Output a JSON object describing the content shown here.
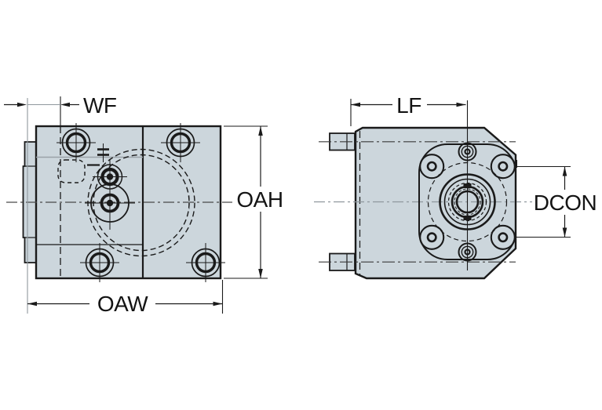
{
  "drawing": {
    "type": "engineering-dimension-drawing",
    "labels": {
      "wf": "WF",
      "oah": "OAH",
      "oaw": "OAW",
      "lf": "LF",
      "dcon": "DCON"
    },
    "colors": {
      "body_fill": "#ccd6dc",
      "outline": "#1a1a1a",
      "gray_line": "#8f979d",
      "centerline": "#3a3a3a",
      "background": "#ffffff"
    }
  }
}
